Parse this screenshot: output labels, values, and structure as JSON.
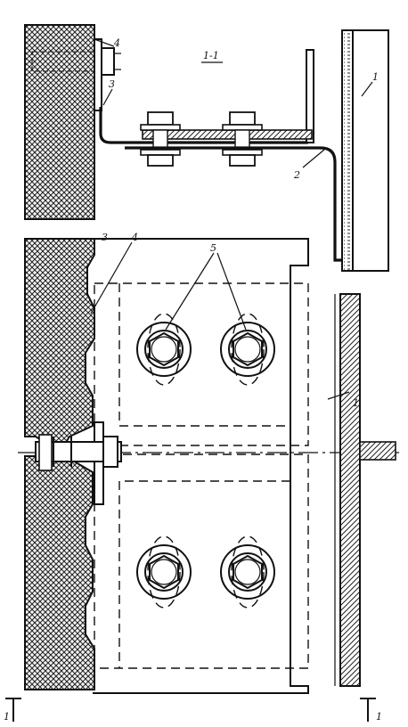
{
  "section": {
    "title": "1-1"
  },
  "labels": {
    "top_1": "1",
    "top_2": "2",
    "top_3": "3",
    "top_4": "4",
    "mid_3": "3",
    "mid_4": "4",
    "mid_5": "5",
    "right_1": "1",
    "bottom_left": "1",
    "bottom_right": "1"
  }
}
